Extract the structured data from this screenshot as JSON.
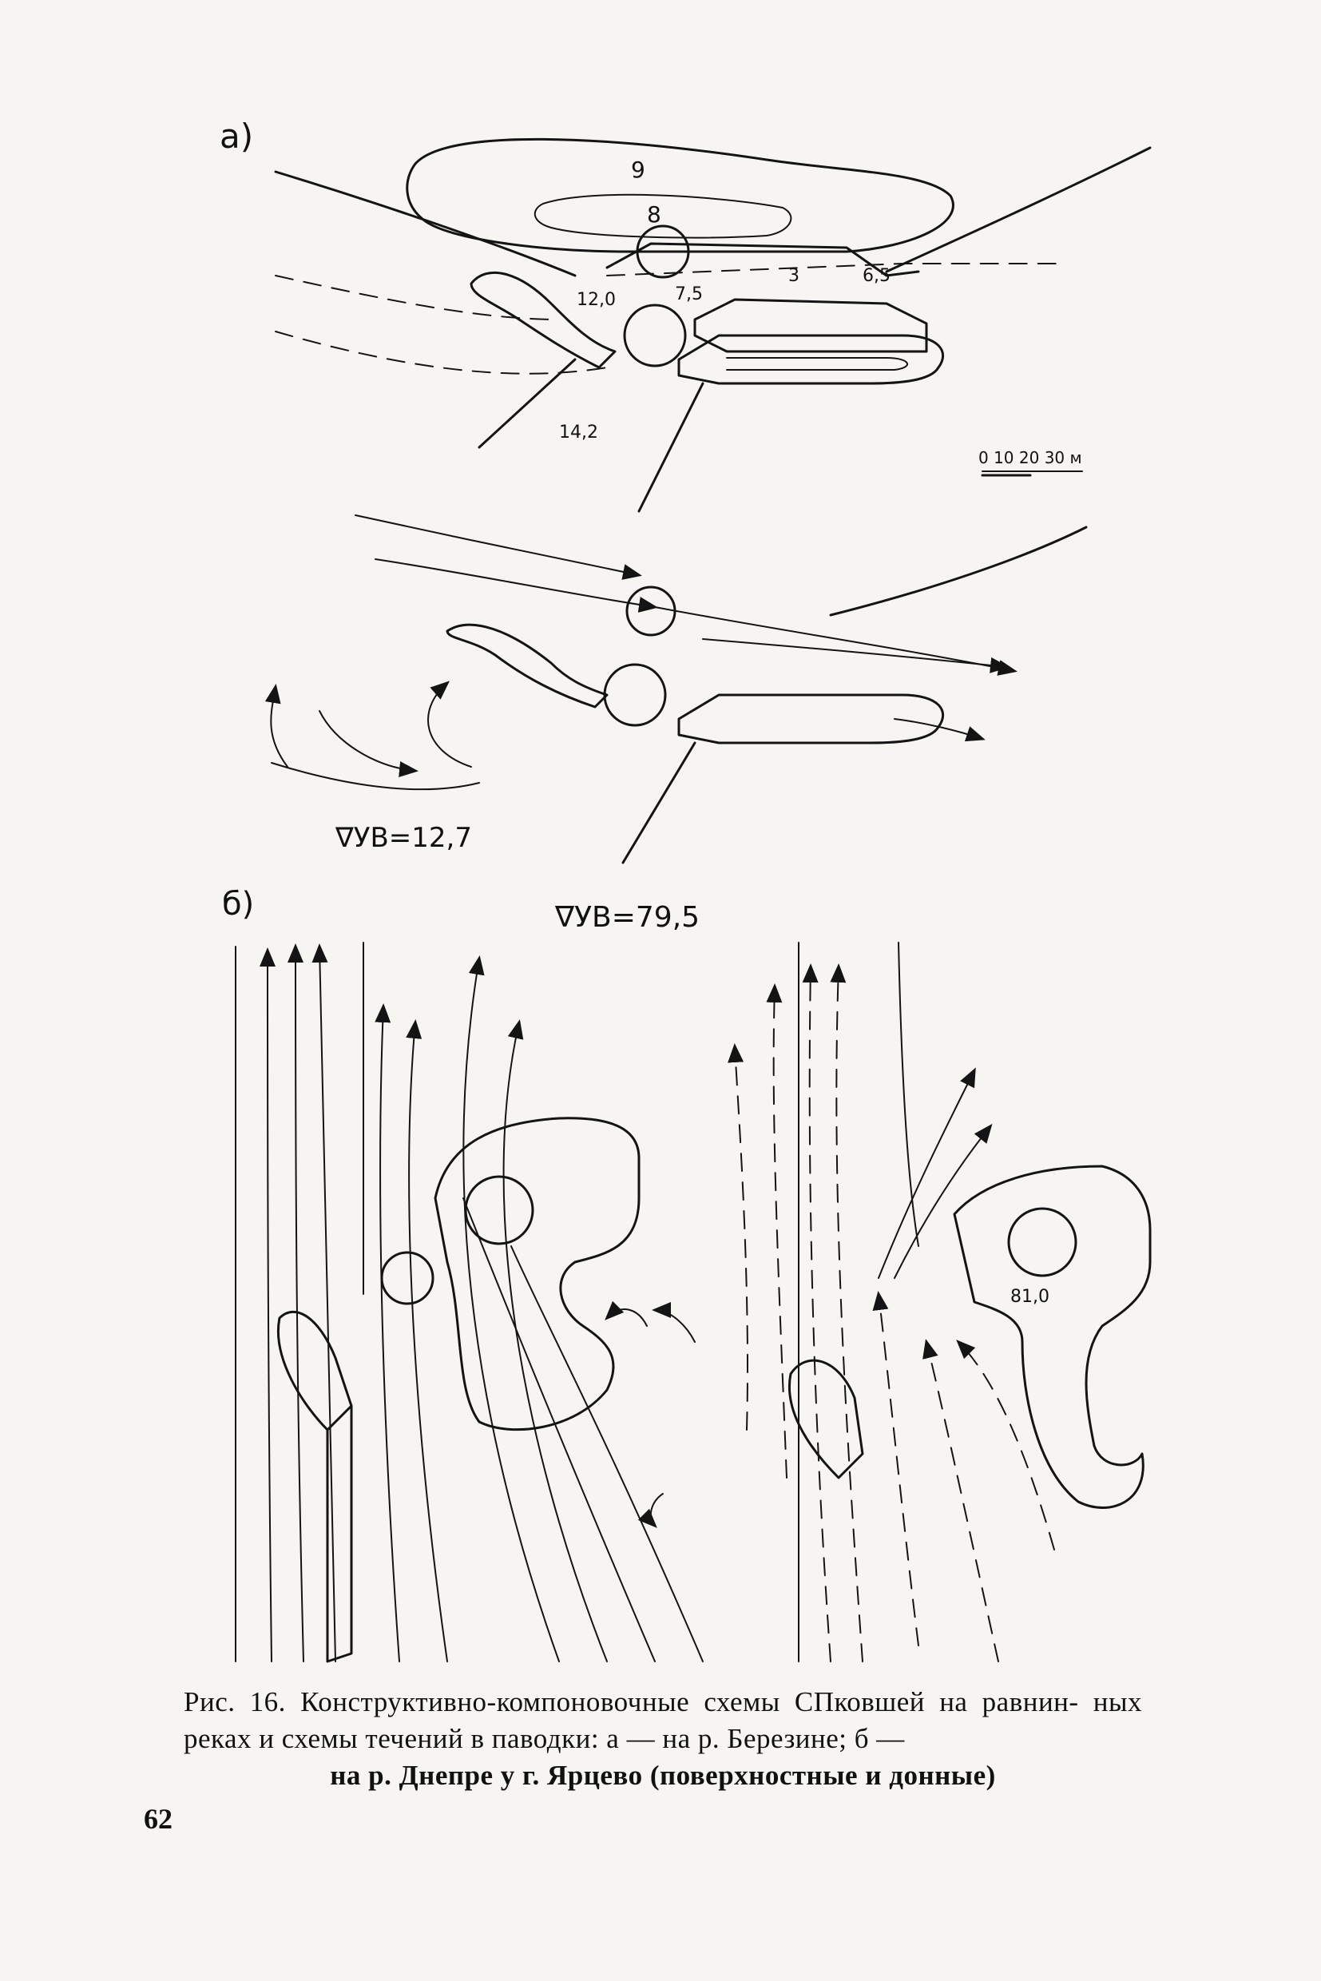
{
  "panel_a": {
    "label": "а)",
    "contour_labels": [
      "9",
      "8"
    ],
    "spot_elevations": [
      "12,0",
      "7,5",
      "3",
      "6,5",
      "14,2"
    ],
    "scale_bar_label": "0  10  20  30 м",
    "water_level_label": "∇УВ=12,7"
  },
  "panel_b": {
    "label": "б)",
    "water_level_label": "∇УВ=79,5",
    "spot_elevation": "81,0"
  },
  "caption": {
    "line1": "Рис. 16. Конструктивно-компоновочные схемы СПковшей на равнин-",
    "line2": "ных реках и схемы течений в паводки: а — на р. Березине; б —",
    "line3": "на р. Днепре у г. Ярцево (поверхностные и донные)"
  },
  "page_number": "62"
}
